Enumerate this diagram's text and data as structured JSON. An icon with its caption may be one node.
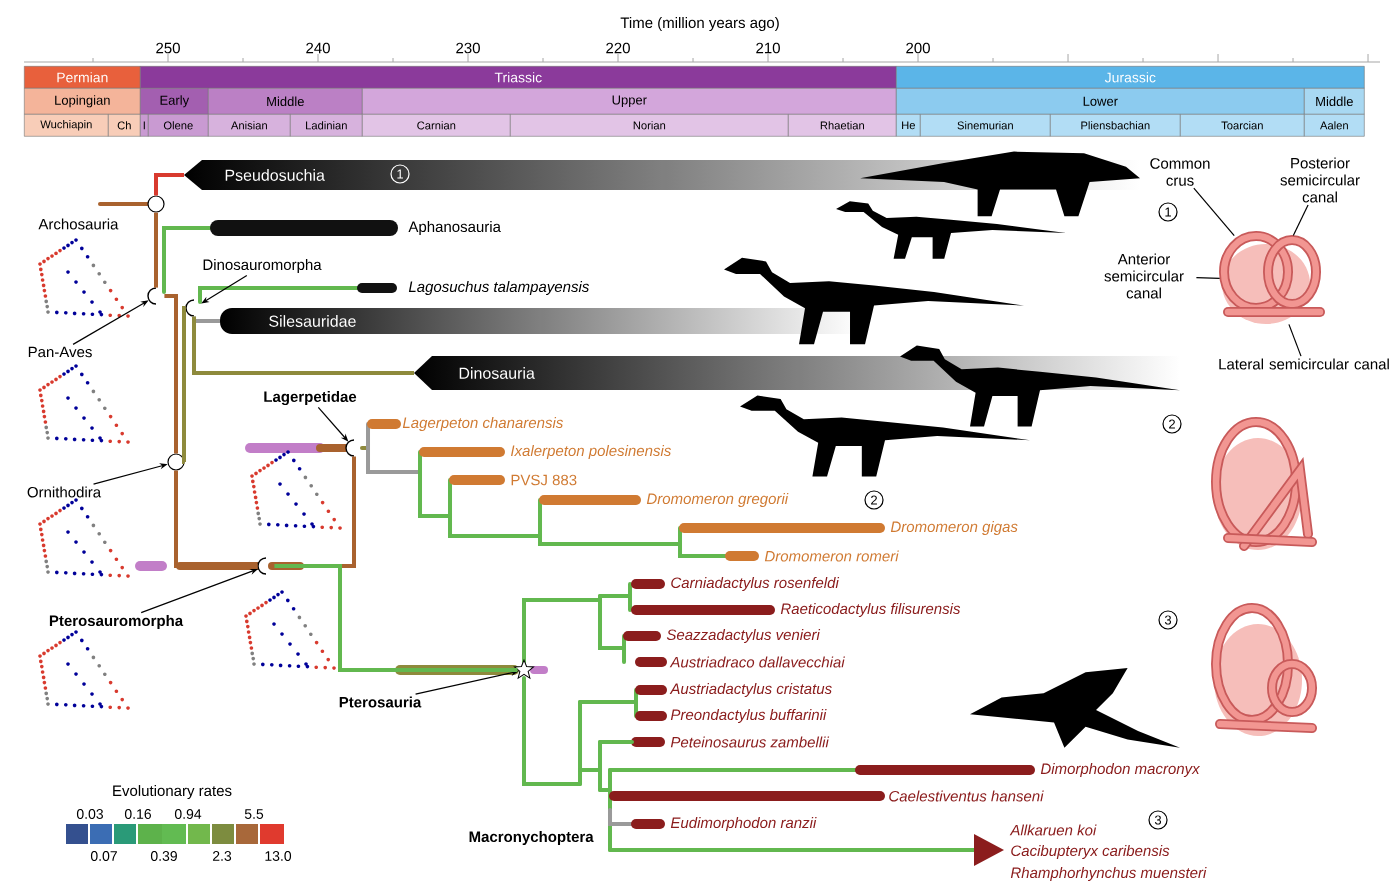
{
  "diagram": {
    "nodes": [
      {
        "text": [
          "Permian"
        ]
      },
      {
        "text": [
          "Triassic"
        ]
      },
      {
        "text": [
          "Jurassic"
        ]
      },
      {
        "text": [
          "Lopingian"
        ]
      },
      {
        "text": [
          "Early"
        ]
      },
      {
        "text": [
          "Middle"
        ]
      },
      {
        "text": [
          "Upper"
        ]
      },
      {
        "text": [
          "Lower"
        ]
      },
      {
        "text": [
          "Middle"
        ]
      },
      {
        "text": [
          "Wuchiapin"
        ]
      },
      {
        "text": [
          "Ch"
        ]
      },
      {
        "text": [
          "I"
        ]
      },
      {
        "text": [
          "Olene"
        ]
      },
      {
        "text": [
          "Anisian"
        ]
      },
      {
        "text": [
          "Ladinian"
        ]
      },
      {
        "text": [
          "Carnian"
        ]
      },
      {
        "text": [
          "Norian"
        ]
      },
      {
        "text": [
          "Rhaetian"
        ]
      },
      {
        "text": [
          "He"
        ]
      },
      {
        "text": [
          "Sinemurian"
        ]
      },
      {
        "text": [
          "Pliensbachian"
        ]
      },
      {
        "text": [
          "Toarcian"
        ]
      },
      {
        "text": [
          "Aalen"
        ]
      },
      {
        "text": [
          "Pseudosuchia"
        ]
      },
      {
        "text": [
          "1"
        ]
      },
      {
        "text": [
          "Common crus"
        ]
      },
      {
        "text": [
          "Posterior semicircular canal"
        ]
      },
      {
        "text": [
          "1"
        ]
      },
      {
        "text": [],
        "shape": "picture"
      },
      {
        "text": [
          "Anterior semicircular canal"
        ]
      },
      {
        "text": [
          "Dinosauromorpha"
        ]
      },
      {
        "text": [],
        "shape": "semicircle"
      },
      {
        "text": [],
        "shape": "semicircle"
      },
      {
        "text": [
          "Silesauridae"
        ]
      },
      {
        "text": [
          "Lateral semicircular canal"
        ]
      },
      {
        "text": [
          "Pan-Aves"
        ]
      },
      {
        "text": [
          "Dinosauria"
        ]
      },
      {
        "text": [
          "Lagerpetidae"
        ]
      },
      {
        "text": [
          "2"
        ]
      },
      {
        "text": [],
        "shape": "picture"
      },
      {
        "text": [],
        "shape": "semicircle"
      },
      {
        "text": [],
        "shape": "circle"
      },
      {
        "text": [
          "Ornithodira"
        ]
      },
      {
        "text": [
          "2"
        ]
      },
      {
        "text": [],
        "shape": "semicircle"
      },
      {
        "text": [
          "Pterosauromorpha"
        ]
      },
      {
        "text": [
          "3"
        ]
      },
      {
        "text": [],
        "shape": "picture"
      },
      {
        "text": [],
        "shape": "star"
      },
      {
        "text": [
          "Pterosauria"
        ]
      },
      {
        "text": [
          "3"
        ]
      },
      {
        "text": [],
        "shape": "circle"
      },
      {
        "text": [],
        "shape": "picture"
      },
      {
        "text": [],
        "shape": "picture"
      },
      {
        "text": [],
        "shape": "picture"
      },
      {
        "text": [],
        "shape": "picture"
      },
      {
        "text": [],
        "shape": "picture"
      },
      {
        "text": [],
        "shape": "picture"
      }
    ],
    "edges": [
      {
        "from": 35,
        "to": 32,
        "arrow": "to"
      },
      {
        "from": 30,
        "to": 31,
        "arrow": "to"
      },
      {
        "from": 42,
        "to": 41,
        "arrow": "to"
      },
      {
        "from": 37,
        "to": 40,
        "arrow": "to"
      },
      {
        "from": 45,
        "to": 44,
        "arrow": "to"
      },
      {
        "from": 49,
        "to": 48,
        "arrow": "to"
      },
      {
        "from": 25,
        "to": 28,
        "arrow": "none"
      },
      {
        "from": 26,
        "to": 28,
        "arrow": "none"
      },
      {
        "from": 29,
        "to": 28,
        "arrow": "none"
      },
      {
        "from": 34,
        "to": 28,
        "arrow": "none"
      },
      {
        "from": 51,
        "to": 23,
        "arrow": "none",
        "color": "#d83a2e"
      },
      {
        "from": 51,
        "to": 32,
        "arrow": "none",
        "color": "#a9622e"
      },
      {
        "from": 32,
        "to": 41,
        "arrow": "none",
        "color": "#a9622e"
      },
      {
        "from": 41,
        "to": 31,
        "arrow": "none",
        "color": "#8e8a3c"
      },
      {
        "from": 31,
        "to": 33,
        "arrow": "none",
        "color": "#9a9a9a"
      },
      {
        "from": 31,
        "to": 36,
        "arrow": "none",
        "color": "#8e8a3c"
      },
      {
        "from": 41,
        "to": 44,
        "arrow": "none",
        "color": "#a9622e"
      },
      {
        "from": 44,
        "to": 40,
        "arrow": "none",
        "color": "#a9622e"
      },
      {
        "from": 44,
        "to": 48,
        "arrow": "none",
        "color": "#62b84f"
      }
    ],
    "labels": [
      "Time (million years ago)",
      "250",
      "240",
      "230",
      "220",
      "210",
      "200",
      "Archosauria",
      "Aphanosauria",
      "Lagosuchus talampayensis",
      "Lagerpeton chanarensis",
      "Ixalerpeton polesinensis",
      "PVSJ 883",
      "Dromomeron gregorii",
      "Dromomeron gigas",
      "Dromomeron romeri",
      "Carniadactylus rosenfeldi",
      "Raeticodactylus filisurensis",
      "Seazzadactylus venieri",
      "Austriadraco dallavecchiai",
      "Austriadactylus cristatus",
      "Preondactylus buffarinii",
      "Peteinosaurus zambellii",
      "Dimorphodon macronyx",
      "Caelestiventus hanseni",
      "Eudimorphodon ranzii",
      "Allkaruen koi",
      "Cacibupteryx caribensis",
      "Rhamphorhynchus muensteri",
      "Macronychoptera",
      "Evolutionary rates",
      "0.03",
      "0.16",
      "0.94",
      "5.5",
      "0.07",
      "0.39",
      "2.3",
      "13.0"
    ]
  }
}
